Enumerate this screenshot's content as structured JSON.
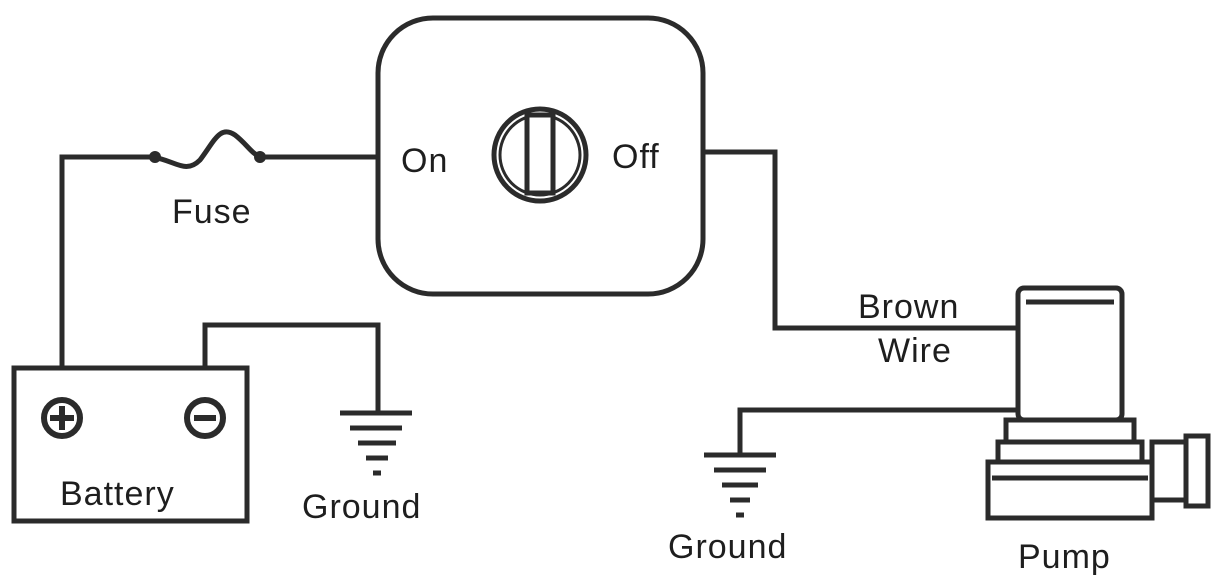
{
  "labels": {
    "fuse": "Fuse",
    "on": "On",
    "off": "Off",
    "brown_wire_line1": "Brown",
    "brown_wire_line2": "Wire",
    "battery": "Battery",
    "ground_left": "Ground",
    "ground_right": "Ground",
    "pump": "Pump"
  },
  "colors": {
    "line": "#2b2b2b",
    "background": "#ffffff",
    "text": "#1e1e1e"
  },
  "icons": {
    "positive_terminal": "plus-in-circle",
    "negative_terminal": "minus-in-circle",
    "ground": "ground-symbol",
    "switch_toggle": "rocker-switch"
  }
}
